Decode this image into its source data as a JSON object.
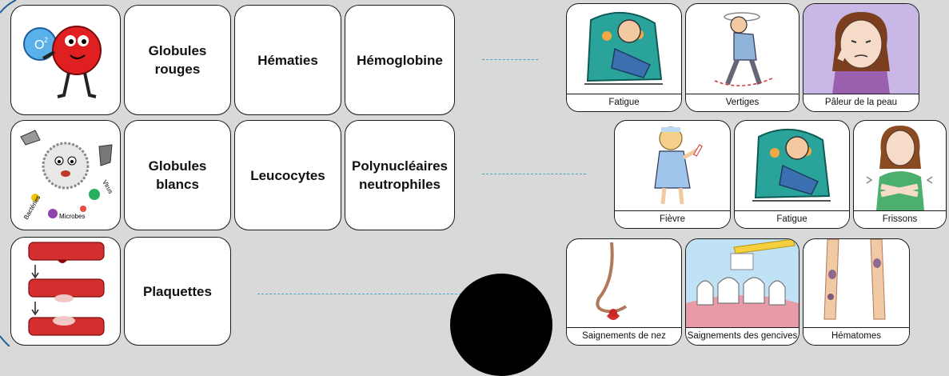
{
  "colors": {
    "background": "#d9d9d9",
    "card": "#ffffff",
    "border": "#1a1a1a",
    "dashed_link": "#4aa3c8",
    "blood": "#c62828",
    "accent_blue": "#1f5f9f"
  },
  "rows": [
    {
      "icon": "red-blood-cell-icon",
      "labels": [
        "Globules\nrouges",
        "Hématies",
        "Hémoglobine"
      ],
      "symptoms": [
        {
          "caption": "Fatigue",
          "icon": "tired-person-armchair-icon"
        },
        {
          "caption": "Vertiges",
          "icon": "dizzy-person-icon"
        },
        {
          "caption": "Pâleur de la peau",
          "icon": "pale-woman-icon"
        }
      ]
    },
    {
      "icon": "white-blood-cell-icon",
      "icon_words": [
        "Virus",
        "Bactéries",
        "Microbes"
      ],
      "labels": [
        "Globules\nblancs",
        "Leucocytes",
        "Polynucléaires\nneutrophiles"
      ],
      "symptoms": [
        {
          "caption": "Fièvre",
          "icon": "feverish-child-icon"
        },
        {
          "caption": "Fatigue",
          "icon": "tired-person-armchair-icon"
        },
        {
          "caption": "Frissons",
          "icon": "shivering-woman-icon"
        }
      ]
    },
    {
      "icon": "blood-vessel-clot-icon",
      "labels": [
        "Plaquettes"
      ],
      "symptoms": [
        {
          "caption": "Saignements de nez",
          "icon": "nose-bleed-icon"
        },
        {
          "caption": "Saignements des gencives",
          "icon": "bleeding-gums-icon"
        },
        {
          "caption": "Hématomes",
          "icon": "bruised-legs-icon"
        }
      ]
    }
  ]
}
